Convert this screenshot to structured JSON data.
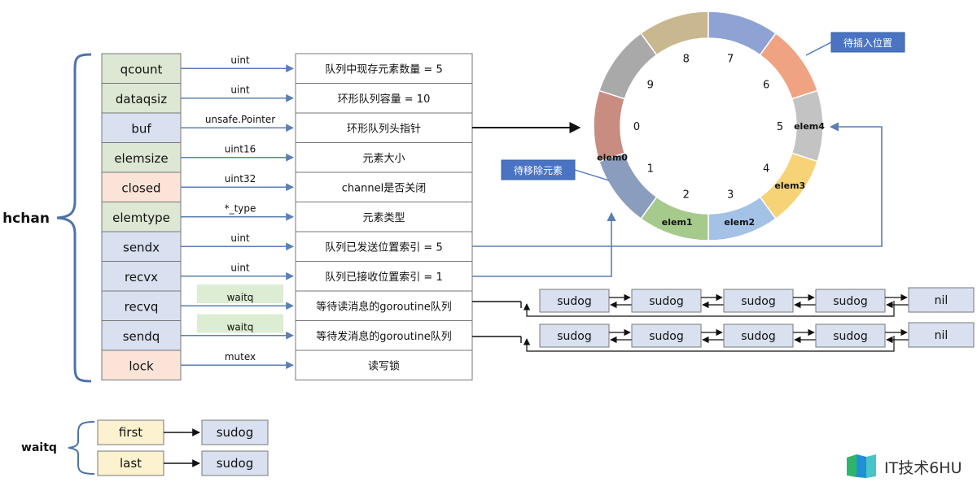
{
  "title": "hchan",
  "fields": [
    {
      "name": "qcount",
      "type": "uint",
      "desc": "队列中现存元素数量 = 5",
      "color": "#dde8d4"
    },
    {
      "name": "dataqsiz",
      "type": "uint",
      "desc": "环形队列容量 = 10",
      "color": "#dde8d4"
    },
    {
      "name": "buf",
      "type": "unsafe.Pointer",
      "desc": "环形队列头指针",
      "color": "#d9e1f0"
    },
    {
      "name": "elemsize",
      "type": "uint16",
      "desc": "元素大小",
      "color": "#dde8d4"
    },
    {
      "name": "closed",
      "type": "uint32",
      "desc": "channel是否关闭",
      "color": "#fbe3d8"
    },
    {
      "name": "elemtype",
      "type": "*_type",
      "desc": "元素类型",
      "color": "#dde8d4"
    },
    {
      "name": "sendx",
      "type": "uint",
      "desc": "队列已发送位置索引 = 5",
      "color": "#d9e1f0"
    },
    {
      "name": "recvx",
      "type": "uint",
      "desc": "队列已接收位置索引 = 1",
      "color": "#d9e1f0"
    },
    {
      "name": "recvq",
      "type": "waitq",
      "desc": "等待读消息的goroutine队列",
      "color": "#d9e1f0"
    },
    {
      "name": "sendq",
      "type": "waitq",
      "desc": "等待发消息的goroutine队列",
      "color": "#d9e1f0"
    },
    {
      "name": "lock",
      "type": "mutex",
      "desc": "读写锁",
      "color": "#fbe3d8"
    }
  ],
  "ring": {
    "segment_colors": [
      "#c9b78f",
      "#8ea2d3",
      "#f0a382",
      "#c3c3c3",
      "#f7d377",
      "#a4c1e6",
      "#a6c98c",
      "#8b9dbf",
      "#c98c80",
      "#a9a9a9"
    ],
    "index_labels": [
      "0",
      "1",
      "2",
      "3",
      "4",
      "5",
      "6",
      "7",
      "8",
      "9"
    ],
    "elem_labels": {
      "elem0": "elem0",
      "elem1": "elem1",
      "elem2": "elem2",
      "elem3": "elem3",
      "elem4": "elem4"
    },
    "callout_insert": "待插入位置",
    "callout_remove": "待移除元素"
  },
  "queues": {
    "node_label": "sudog",
    "nil_label": "nil"
  },
  "waitq": {
    "title": "waitq",
    "first": "first",
    "last": "last",
    "target": "sudog"
  },
  "watermark": "IT技术6HU"
}
